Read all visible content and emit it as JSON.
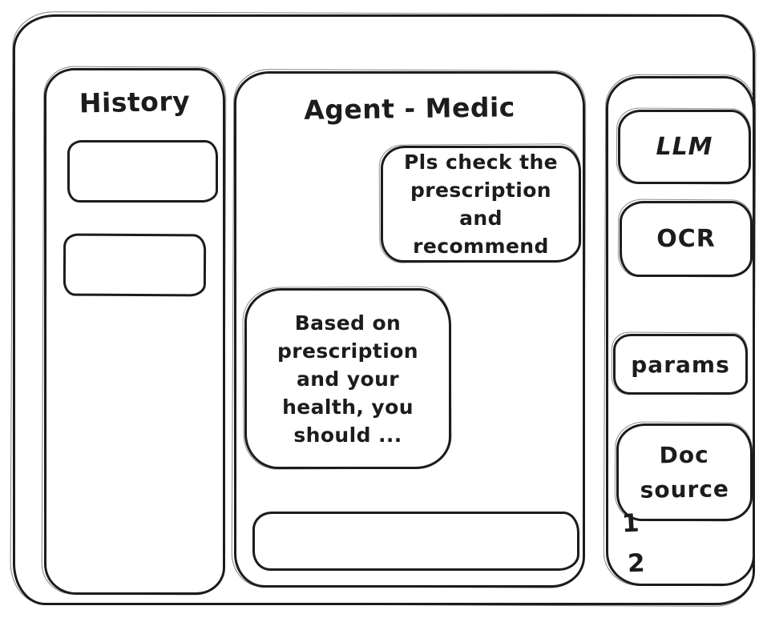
{
  "colors": {
    "ink": "#1c1c1c",
    "background": "#ffffff"
  },
  "history_panel": {
    "title": "History"
  },
  "chat_panel": {
    "title": "Agent - Medic",
    "user_message": "Pls check the prescription and recommend",
    "assistant_message": "Based on prescription and your health, you should ...",
    "input_value": ""
  },
  "tools_panel": {
    "llm_label": "LLM",
    "ocr_label": "OCR",
    "params_label": "params",
    "doc_source_label": "Doc source",
    "doc_items": [
      "1",
      "2"
    ]
  }
}
